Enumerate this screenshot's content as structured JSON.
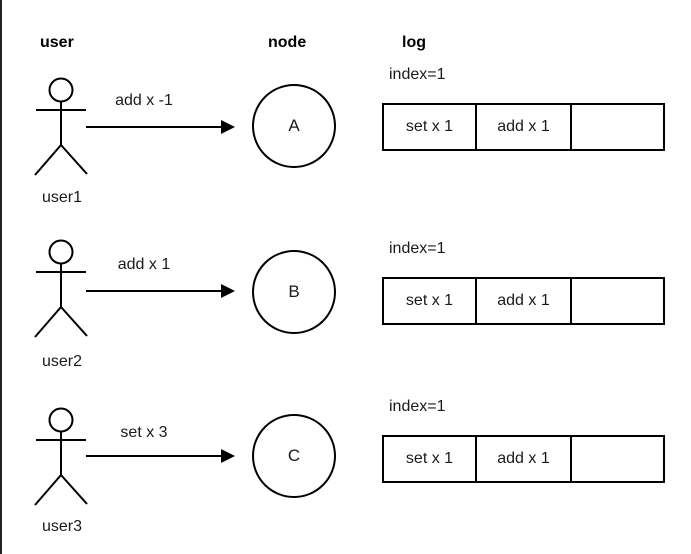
{
  "headers": {
    "user": "user",
    "node": "node",
    "log": "log"
  },
  "rows": [
    {
      "user_label": "user1",
      "action_label": "add x -1",
      "node_label": "A",
      "log": {
        "index_label": "index=1",
        "cells": [
          "set x 1",
          "add x 1",
          ""
        ]
      }
    },
    {
      "user_label": "user2",
      "action_label": "add x 1",
      "node_label": "B",
      "log": {
        "index_label": "index=1",
        "cells": [
          "set x 1",
          "add x 1",
          ""
        ]
      }
    },
    {
      "user_label": "user3",
      "action_label": "set x 3",
      "node_label": "C",
      "log": {
        "index_label": "index=1",
        "cells": [
          "set x 1",
          "add x 1",
          ""
        ]
      }
    }
  ],
  "colors": {
    "stroke": "#000000",
    "text": "#1a1a1a",
    "left_border": "#222222",
    "background": "#ffffff"
  }
}
